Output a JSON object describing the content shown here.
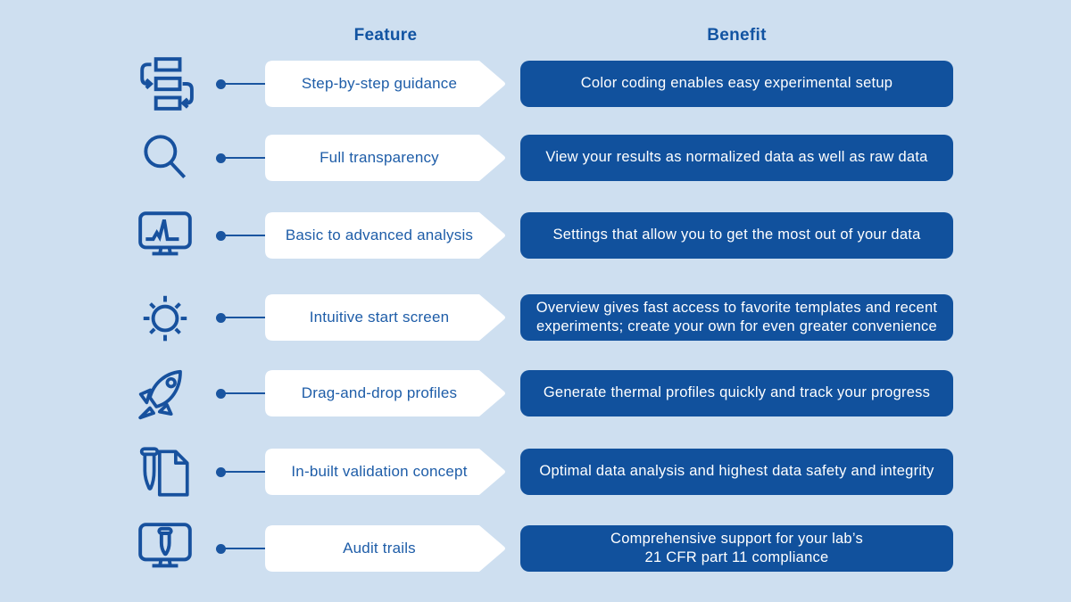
{
  "colors": {
    "background": "#CEDFF0",
    "dark_blue": "#11519D",
    "header_text": "#1254A2",
    "feature_text": "#1E5DA8",
    "icon_stroke": "#17519E",
    "feature_box_fill": "#FFFFFF"
  },
  "headers": {
    "feature": "Feature",
    "benefit": "Benefit"
  },
  "rows": [
    {
      "icon": "workflow-steps-icon",
      "feature": "Step-by-step guidance",
      "benefit": "Color coding enables easy experimental setup"
    },
    {
      "icon": "magnifier-icon",
      "feature": "Full transparency",
      "benefit": "View your results as normalized data as well as raw data"
    },
    {
      "icon": "monitor-curve-icon",
      "feature": "Basic to advanced analysis",
      "benefit": "Settings that allow you to get the most out of your data"
    },
    {
      "icon": "sun-icon",
      "feature": "Intuitive start screen",
      "benefit": "Overview gives fast access to favorite templates and recent\nexperiments; create your own for even greater convenience"
    },
    {
      "icon": "rocket-icon",
      "feature": "Drag-and-drop profiles",
      "benefit": "Generate thermal profiles quickly and track your progress"
    },
    {
      "icon": "tube-document-icon",
      "feature": "In-built validation concept",
      "benefit": "Optimal data analysis and highest data safety and integrity"
    },
    {
      "icon": "monitor-tube-icon",
      "feature": "Audit trails",
      "benefit": "Comprehensive support for your lab’s\n21 CFR part 11 compliance"
    }
  ]
}
